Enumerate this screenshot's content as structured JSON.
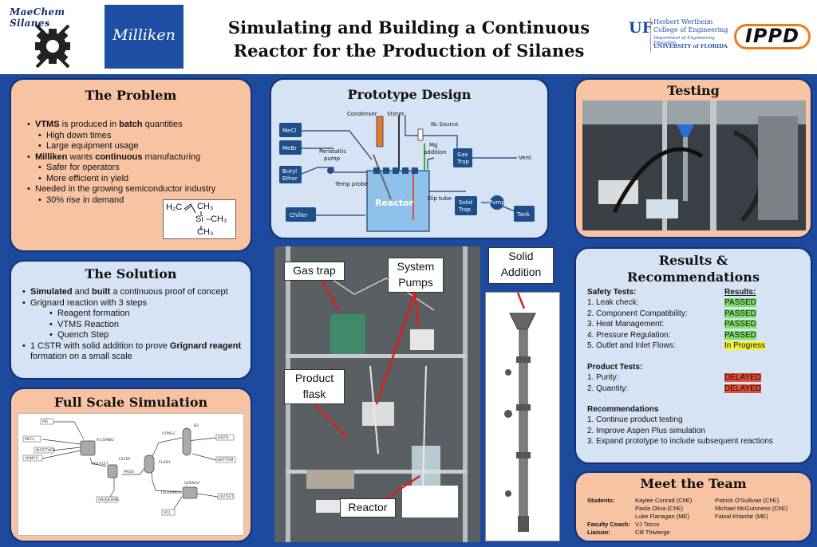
{
  "header": {
    "title_line1": "Simulating and Building a Continuous",
    "title_line2": "Reactor for the  Production of Silanes",
    "logo_maechem": "MaeChem Silanes",
    "logo_milliken": "Milliken",
    "uf": {
      "mark": "UF",
      "line1": "Herbert Wertheim",
      "line2": "College of Engineering",
      "line3": "Department of Engineering Education",
      "line4": "UNIVERSITY of FLORIDA"
    },
    "logo_ippd": "IPPD"
  },
  "problem": {
    "title": "The Problem",
    "items": [
      {
        "level": 1,
        "bold": "VTMS",
        "a": " is produced in ",
        "bold2": "batch",
        "b": " quantities"
      },
      {
        "level": 2,
        "text": "High down times"
      },
      {
        "level": 2,
        "text": "Large equipment usage"
      },
      {
        "level": 1,
        "bold": "Milliken",
        "a": " wants ",
        "bold2": "continuous",
        "b": " manufacturing"
      },
      {
        "level": 2,
        "text": "Safer for operators"
      },
      {
        "level": 2,
        "text": "More efficient in yield"
      },
      {
        "level": 1,
        "text": "Needed in the growing semiconductor industry"
      },
      {
        "level": 2,
        "text": "30% rise in demand"
      }
    ],
    "structure": {
      "h2c": "H₂C",
      "ch3_top": "CH₃",
      "si": "Si",
      "ch3_right": "–CH₃",
      "ch3_bottom": "CH₃"
    }
  },
  "solution": {
    "title": "The Solution",
    "items": [
      {
        "level": 1,
        "bold": "Simulated",
        "a": " and ",
        "bold2": "built",
        "b": " a continuous proof of concept"
      },
      {
        "level": 1,
        "text": "Grignard reaction with 3 steps"
      },
      {
        "level": 3,
        "text": "Reagent formation"
      },
      {
        "level": 3,
        "text": "VTMS Reaction"
      },
      {
        "level": 3,
        "text": "Quench Step"
      },
      {
        "level": 1,
        "a": "1 CSTR with solid addition to prove ",
        "bold2": "Grignard reagent",
        "b": " formation on a small scale"
      }
    ]
  },
  "fullscale": {
    "title": "Full Scale Simulation",
    "labels": [
      "MG",
      "MECL",
      "BUTETHER",
      "VDMCS",
      "R-COMBO",
      "FILTER",
      "ROUTLET",
      "PROD",
      "UNUSEDMG",
      "VTMS-C",
      "FLASH",
      "B2",
      "DISTIL",
      "BOTTOM",
      "TOQUENCH",
      "QUENCH",
      "QUTLET",
      "HCL"
    ]
  },
  "prototype": {
    "title": "Prototype Design",
    "labels": {
      "mecl": "MeCl",
      "mebr": "MeBr",
      "butyl1": "Butyl",
      "butyl2": "Ether",
      "chiller": "Chiller",
      "condenser": "Condenser",
      "stirrer": "Stirrer",
      "n2": "N₂ Source",
      "mg1": "Mg",
      "mg2": "addition",
      "peri1": "Peristaltic",
      "peri2": "pump",
      "gas1": "Gas",
      "gas2": "Trap",
      "vent": "Vent",
      "temp": "Temp probe",
      "dip": "Dip tube",
      "reactor": "Reactor",
      "solid1": "Solid",
      "solid2": "Trap",
      "pump": "Pump",
      "tank": "Tank"
    }
  },
  "photo_labels": {
    "gas_trap": "Gas trap",
    "pumps1": "System",
    "pumps2": "Pumps",
    "product1": "Product",
    "product2": "flask",
    "reactor": "Reactor",
    "solid1": "Solid",
    "solid2": "Addition"
  },
  "testing": {
    "title": "Testing"
  },
  "results": {
    "title1": "Results &",
    "title2": "Recommendations",
    "safety_header": "Safety Tests:",
    "results_header": "Results:",
    "safety": [
      {
        "test": "1.   Leak check:",
        "result": "PASSED"
      },
      {
        "test": "2.   Component Compatibility:",
        "result": "PASSED"
      },
      {
        "test": "3.   Heat Management:",
        "result": "PASSED"
      },
      {
        "test": "4.   Pressure Regulation:",
        "result": "PASSED"
      },
      {
        "test": "5.   Outlet and Inlet Flows:",
        "result": "In Progress"
      }
    ],
    "product_header": "Product Tests:",
    "product": [
      {
        "test": "1.   Purity:",
        "result": "DELAYED"
      },
      {
        "test": "2.   Quantity:",
        "result": "DELAYED"
      }
    ],
    "rec_header": "Recommendations",
    "recs": [
      "1.   Continue product testing",
      "2.   Improve Aspen Plus simulation",
      "3.   Expand prototype to include subsequent reactions"
    ],
    "colors": {
      "passed": "#7ee069",
      "in_progress": "#f5f233",
      "delayed": "#e14d35"
    }
  },
  "team": {
    "title": "Meet the Team",
    "students_label": "Students:",
    "students_col1": [
      "Kaylee Conrad (ChE)",
      "Paola Oliva (ChE)",
      "Luke Flanagan (ME)"
    ],
    "students_col2": [
      "Patrick O'Sullivan (ChE)",
      "Michael McGuinness (ChE)",
      "Faisal Khanfar (ME)"
    ],
    "coach_label": "Faculty Coach:",
    "coach": "VJ Tocco",
    "liaison_label": "Liaison:",
    "liaison": "Clif Thivierge"
  }
}
